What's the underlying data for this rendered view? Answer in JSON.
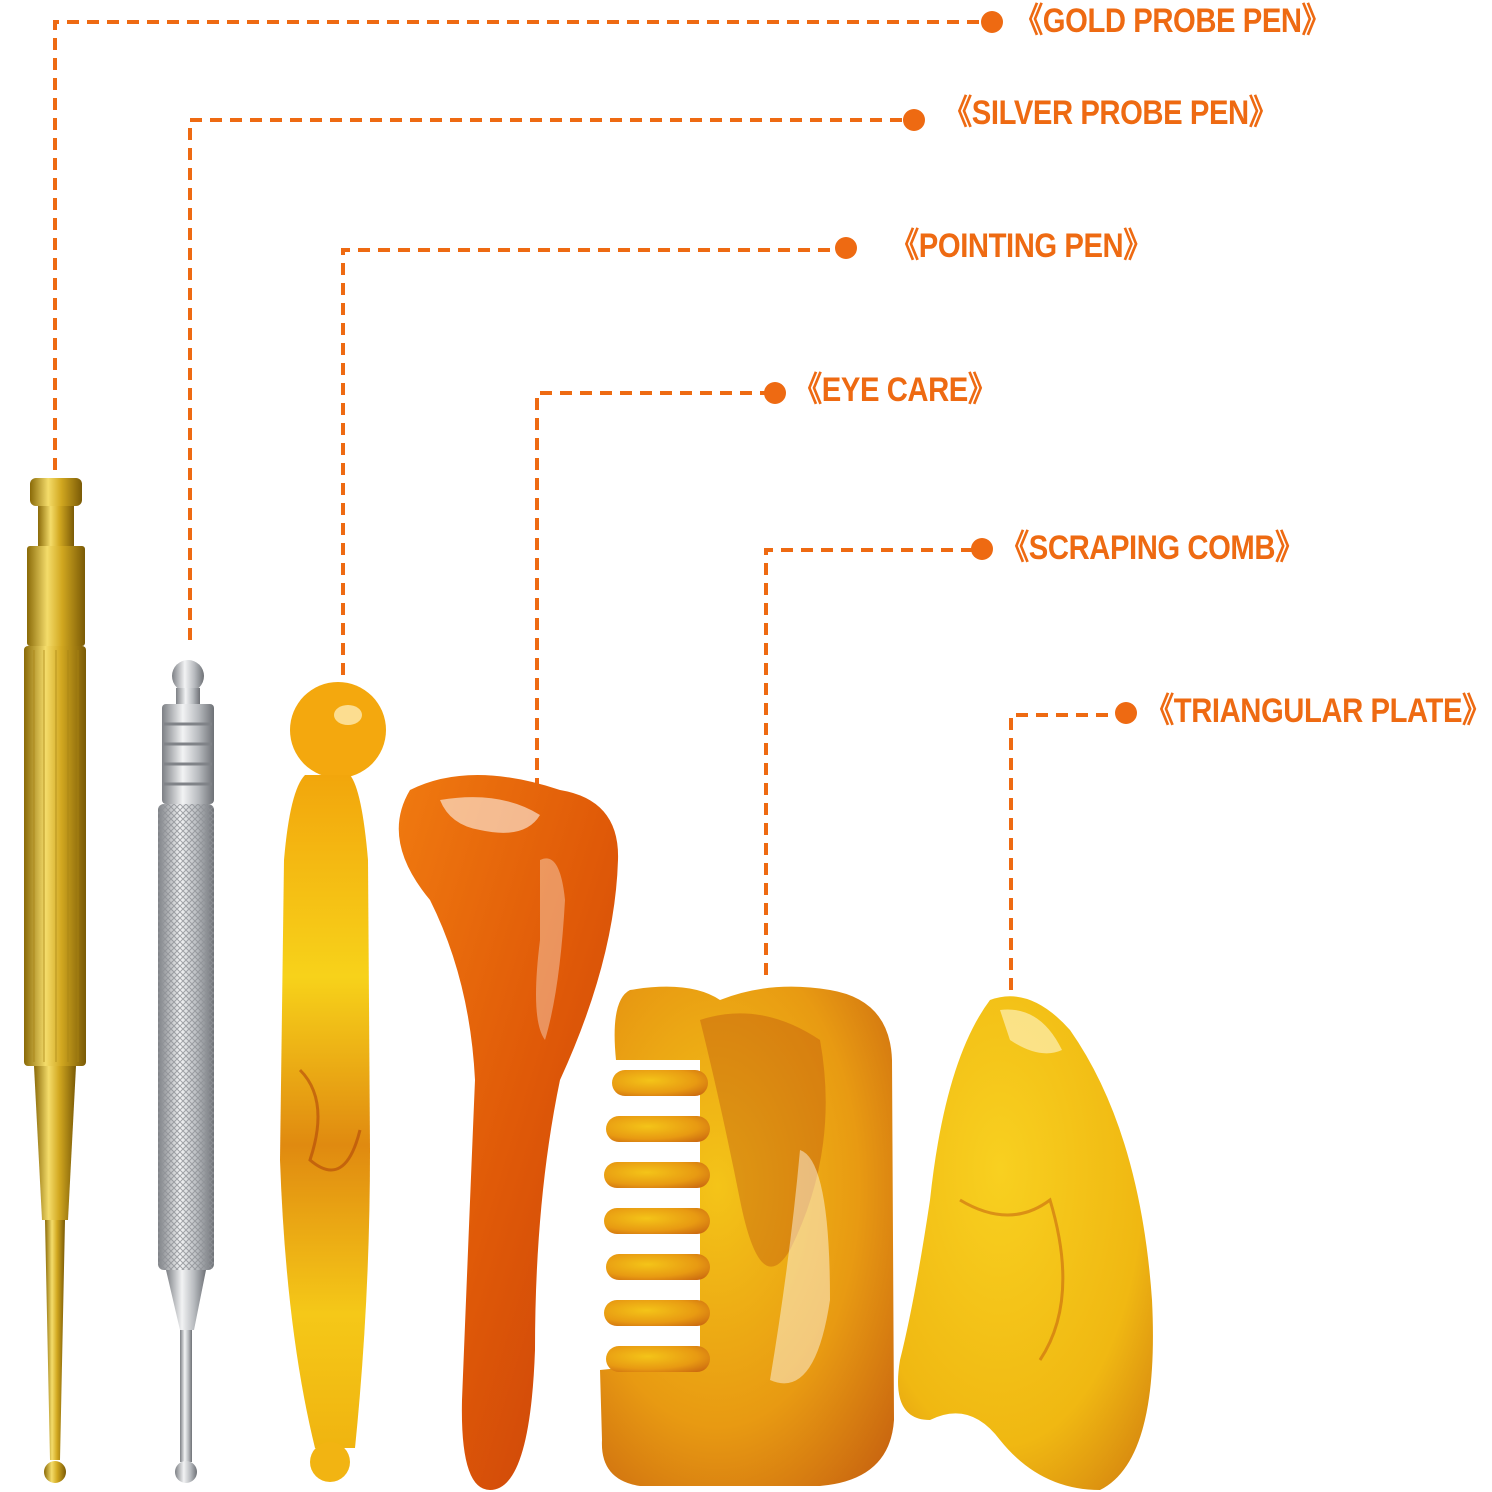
{
  "colors": {
    "accent": "#EE6A12",
    "gold": "#C9A21A",
    "silver": "#B9BCC0",
    "amber": "#F2B00A",
    "amber_dark": "#C8480A"
  },
  "callouts": [
    {
      "id": "gold-probe-pen",
      "label": "《GOLD PROBE PEN》"
    },
    {
      "id": "silver-probe-pen",
      "label": "《SILVER PROBE PEN》"
    },
    {
      "id": "pointing-pen",
      "label": "《POINTING PEN》"
    },
    {
      "id": "eye-care",
      "label": "《EYE CARE》"
    },
    {
      "id": "scraping-comb",
      "label": "《SCRAPING COMB》"
    },
    {
      "id": "triangular-plate",
      "label": "《TRIANGULAR PLATE》"
    }
  ]
}
